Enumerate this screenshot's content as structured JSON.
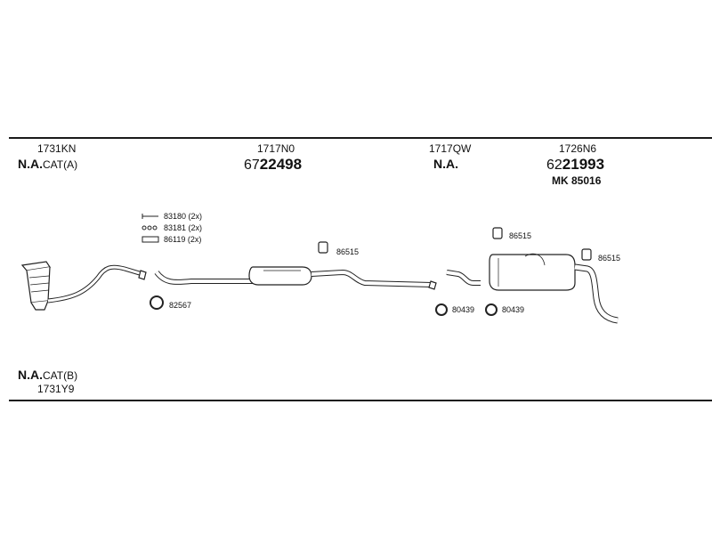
{
  "header": {
    "col1": {
      "code": "1731KN",
      "na": "N.A.",
      "na_suffix": "CAT(A)"
    },
    "col2": {
      "code": "1717N0",
      "ref_prefix": "67",
      "ref_main": "22498"
    },
    "col3": {
      "code": "1717QW",
      "na": "N.A."
    },
    "col4": {
      "code": "1726N6",
      "ref_prefix": "62",
      "ref_main": "21993",
      "mk": "MK  85016"
    }
  },
  "footer": {
    "na": "N.A.",
    "na_suffix": "CAT(B)",
    "code": "1731Y9"
  },
  "parts": {
    "hardware": [
      {
        "code": "83180",
        "qty": "(2x)"
      },
      {
        "code": "83181",
        "qty": "(2x)"
      },
      {
        "code": "86119",
        "qty": "(2x)"
      }
    ],
    "clamp_front": "82567",
    "mount_mid": "86515",
    "clamp_a": "80439",
    "clamp_b": "80439",
    "mount_rear_left": "86515",
    "mount_rear_right": "86515"
  }
}
